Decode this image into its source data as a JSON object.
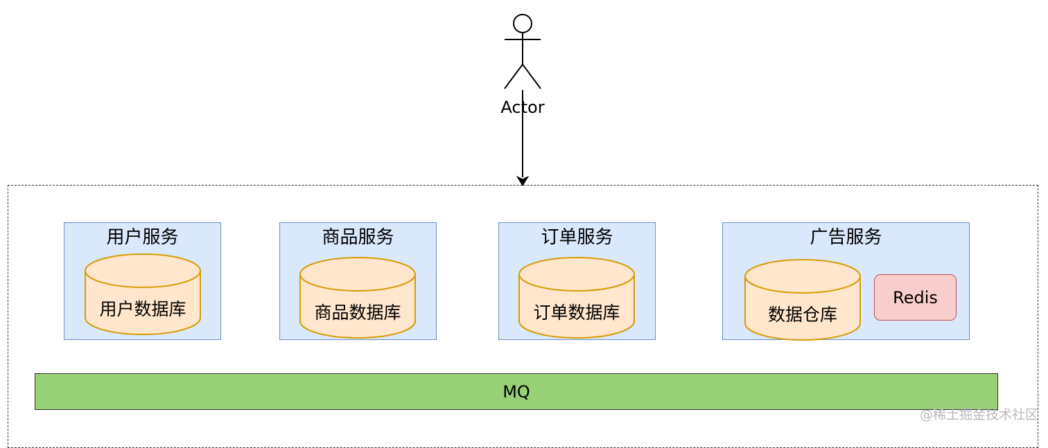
{
  "actor": {
    "label": "Actor"
  },
  "services": [
    {
      "title": "用户服务",
      "db_label": "用户数据库"
    },
    {
      "title": "商品服务",
      "db_label": "商品数据库"
    },
    {
      "title": "订单服务",
      "db_label": "订单数据库"
    },
    {
      "title": "广告服务",
      "db_label": "数据仓库",
      "cache_label": "Redis"
    }
  ],
  "mq": {
    "label": "MQ"
  },
  "watermark": "@稀土掘金技术社区",
  "colors": {
    "service_fill": "#dae8fc",
    "service_stroke": "#6c8ebf",
    "db_fill": "#ffe6cc",
    "db_stroke": "#d79b00",
    "redis_fill": "#f8cecc",
    "redis_stroke": "#b85450",
    "mq_fill": "#97d077"
  }
}
